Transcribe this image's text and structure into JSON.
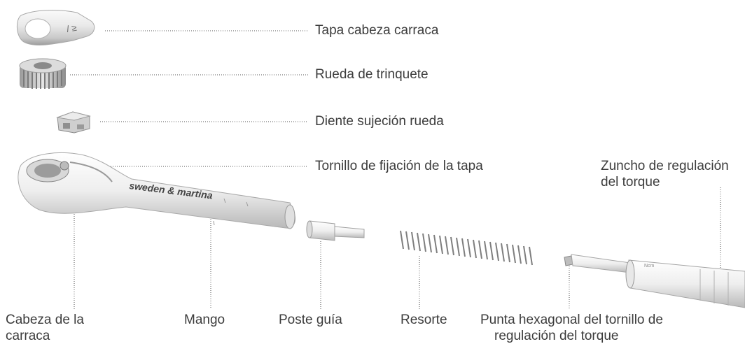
{
  "labels": {
    "tapa": "Tapa cabeza carraca",
    "rueda": "Rueda de trinquete",
    "diente": "Diente sujeción rueda",
    "tornillo": "Tornillo de fijación de la tapa",
    "zuncho_1": "Zuncho de regulación",
    "zuncho_2": "del torque",
    "cabeza_1": "Cabeza de la",
    "cabeza_2": "carraca",
    "mango": "Mango",
    "poste": "Poste guía",
    "resorte": "Resorte",
    "punta_1": "Punta hexagonal del tornillo de",
    "punta_2": "regulación del torque"
  },
  "engraving": {
    "brand": "sweden & martina"
  },
  "colors": {
    "text": "#3c3c3c",
    "leader": "#555555",
    "metal_light": "#f2f2f2",
    "metal_mid": "#cfcfcf",
    "metal_dark": "#8a8a8a"
  }
}
